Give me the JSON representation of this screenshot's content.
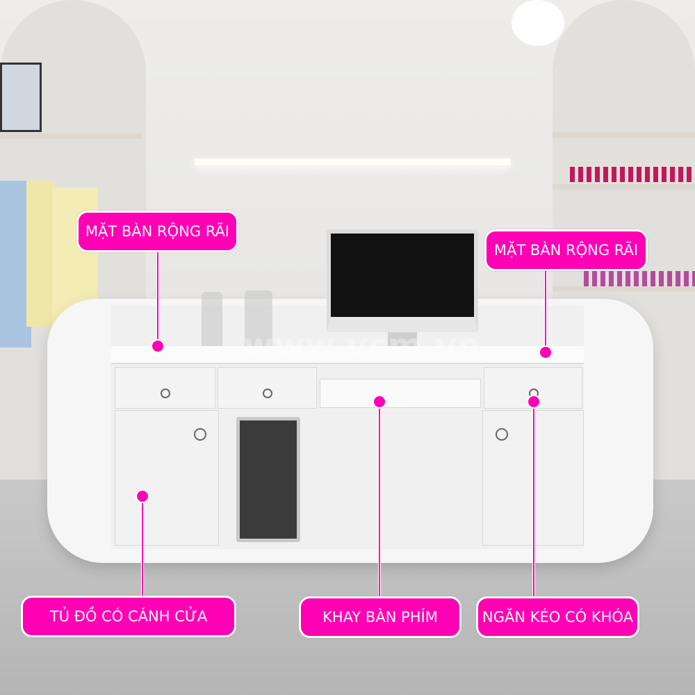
{
  "watermark": "www.vcm.vn",
  "accent_color": "#ff00b4",
  "callouts": [
    {
      "id": "top-left",
      "label": "MẶT BÀN RỘNG RÃI"
    },
    {
      "id": "top-right",
      "label": "MẶT BÀN RỘNG RÃI"
    },
    {
      "id": "cabinet",
      "label": "TỦ ĐỒ CÓ CÁNH CỬA"
    },
    {
      "id": "keyboard-tray",
      "label": "KHAY BÀN PHÍM"
    },
    {
      "id": "lock-drawer",
      "label": "NGĂN KÉO CÓ KHÓA"
    }
  ]
}
